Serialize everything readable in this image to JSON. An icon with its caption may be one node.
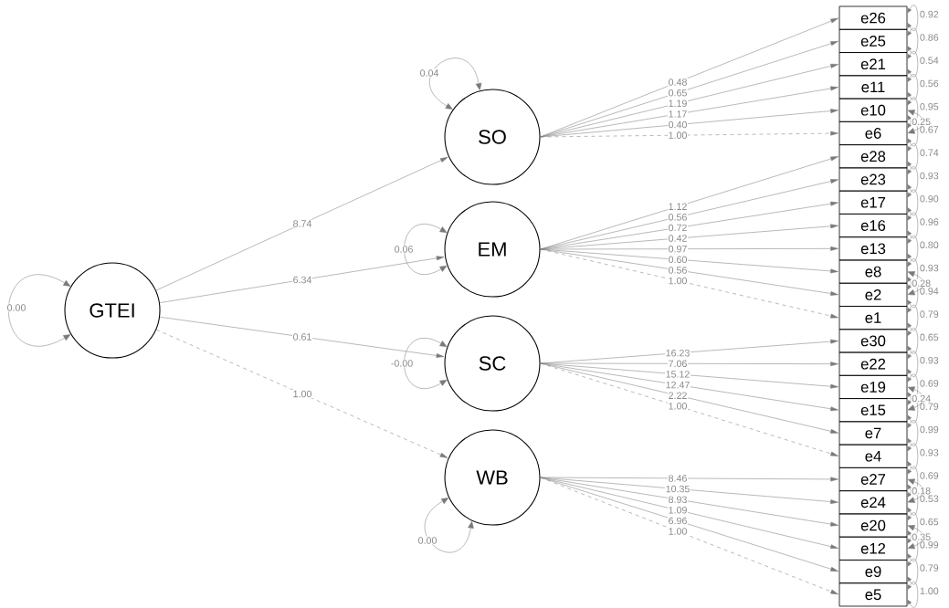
{
  "diagram": {
    "nodes": [
      {
        "text": [
          "GTEI"
        ]
      },
      {
        "text": [
          "SO"
        ]
      },
      {
        "text": [
          "EM"
        ]
      },
      {
        "text": [
          "SC"
        ]
      },
      {
        "text": [
          "WB"
        ]
      },
      {
        "text": [
          "e26"
        ]
      },
      {
        "text": [
          "e25"
        ]
      },
      {
        "text": [
          "e21"
        ]
      },
      {
        "text": [
          "e11"
        ]
      },
      {
        "text": [
          "e10"
        ]
      },
      {
        "text": [
          "e6"
        ]
      },
      {
        "text": [
          "e28"
        ]
      },
      {
        "text": [
          "e23"
        ]
      },
      {
        "text": [
          "e17"
        ]
      },
      {
        "text": [
          "e16"
        ]
      },
      {
        "text": [
          "e13"
        ]
      },
      {
        "text": [
          "e8"
        ]
      },
      {
        "text": [
          "e2"
        ]
      },
      {
        "text": [
          "e1"
        ]
      },
      {
        "text": [
          "e30"
        ]
      },
      {
        "text": [
          "e22"
        ]
      },
      {
        "text": [
          "e19"
        ]
      },
      {
        "text": [
          "e15"
        ]
      },
      {
        "text": [
          "e7"
        ]
      },
      {
        "text": [
          "e4"
        ]
      },
      {
        "text": [
          "e27"
        ]
      },
      {
        "text": [
          "e24"
        ]
      },
      {
        "text": [
          "e20"
        ]
      },
      {
        "text": [
          "e12"
        ]
      },
      {
        "text": [
          "e9"
        ]
      },
      {
        "text": [
          "e5"
        ]
      }
    ],
    "edges": [
      {
        "from": 0,
        "to": 0,
        "arrow": "both",
        "label": "0.00"
      },
      {
        "from": 1,
        "to": 1,
        "arrow": "both",
        "label": "0.04"
      },
      {
        "from": 2,
        "to": 2,
        "arrow": "both",
        "label": "0.06"
      },
      {
        "from": 3,
        "to": 3,
        "arrow": "both",
        "label": "-0.00"
      },
      {
        "from": 4,
        "to": 4,
        "arrow": "both",
        "label": "0.00"
      },
      {
        "from": 0,
        "to": 1,
        "arrow": "to",
        "label": "8.74"
      },
      {
        "from": 0,
        "to": 2,
        "arrow": "to",
        "label": "6.34"
      },
      {
        "from": 0,
        "to": 3,
        "arrow": "to",
        "label": "0.61"
      },
      {
        "from": 0,
        "to": 4,
        "arrow": "to",
        "label": "1.00",
        "style": "dashed"
      },
      {
        "from": 1,
        "to": 5,
        "arrow": "to",
        "label": "0.48"
      },
      {
        "from": 1,
        "to": 6,
        "arrow": "to",
        "label": "0.65"
      },
      {
        "from": 1,
        "to": 7,
        "arrow": "to",
        "label": "1.19"
      },
      {
        "from": 1,
        "to": 8,
        "arrow": "to",
        "label": "1.17"
      },
      {
        "from": 1,
        "to": 9,
        "arrow": "to",
        "label": "0.40"
      },
      {
        "from": 1,
        "to": 10,
        "arrow": "to",
        "label": "1.00",
        "style": "dashed"
      },
      {
        "from": 2,
        "to": 11,
        "arrow": "to",
        "label": "1.12"
      },
      {
        "from": 2,
        "to": 12,
        "arrow": "to",
        "label": "0.56"
      },
      {
        "from": 2,
        "to": 13,
        "arrow": "to",
        "label": "0.72"
      },
      {
        "from": 2,
        "to": 14,
        "arrow": "to",
        "label": "0.42"
      },
      {
        "from": 2,
        "to": 15,
        "arrow": "to",
        "label": "0.97"
      },
      {
        "from": 2,
        "to": 16,
        "arrow": "to",
        "label": "0.60"
      },
      {
        "from": 2,
        "to": 17,
        "arrow": "to",
        "label": "0.56"
      },
      {
        "from": 2,
        "to": 18,
        "arrow": "to",
        "label": "1.00",
        "style": "dashed"
      },
      {
        "from": 3,
        "to": 19,
        "arrow": "to",
        "label": "16.23"
      },
      {
        "from": 3,
        "to": 20,
        "arrow": "to",
        "label": "7.06"
      },
      {
        "from": 3,
        "to": 21,
        "arrow": "to",
        "label": "15.12"
      },
      {
        "from": 3,
        "to": 22,
        "arrow": "to",
        "label": "12.47"
      },
      {
        "from": 3,
        "to": 23,
        "arrow": "to",
        "label": "2.22"
      },
      {
        "from": 3,
        "to": 24,
        "arrow": "to",
        "label": "1.00",
        "style": "dashed"
      },
      {
        "from": 4,
        "to": 25,
        "arrow": "to",
        "label": "8.46"
      },
      {
        "from": 4,
        "to": 26,
        "arrow": "to",
        "label": "10.35"
      },
      {
        "from": 4,
        "to": 27,
        "arrow": "to",
        "label": "8.93"
      },
      {
        "from": 4,
        "to": 28,
        "arrow": "to",
        "label": "1.09"
      },
      {
        "from": 4,
        "to": 29,
        "arrow": "to",
        "label": "6.96"
      },
      {
        "from": 4,
        "to": 30,
        "arrow": "to",
        "label": "1.00",
        "style": "dashed"
      },
      {
        "from": 5,
        "to": 5,
        "arrow": "both",
        "label": "0.92"
      },
      {
        "from": 6,
        "to": 6,
        "arrow": "both",
        "label": "0.86"
      },
      {
        "from": 7,
        "to": 7,
        "arrow": "both",
        "label": "0.54"
      },
      {
        "from": 8,
        "to": 8,
        "arrow": "both",
        "label": "0.56"
      },
      {
        "from": 9,
        "to": 9,
        "arrow": "both",
        "label": "0.95"
      },
      {
        "from": 10,
        "to": 10,
        "arrow": "both",
        "label": "0.67"
      },
      {
        "from": 11,
        "to": 11,
        "arrow": "both",
        "label": "0.74"
      },
      {
        "from": 12,
        "to": 12,
        "arrow": "both",
        "label": "0.93"
      },
      {
        "from": 13,
        "to": 13,
        "arrow": "both",
        "label": "0.90"
      },
      {
        "from": 14,
        "to": 14,
        "arrow": "both",
        "label": "0.96"
      },
      {
        "from": 15,
        "to": 15,
        "arrow": "both",
        "label": "0.80"
      },
      {
        "from": 16,
        "to": 16,
        "arrow": "both",
        "label": "0.93"
      },
      {
        "from": 17,
        "to": 17,
        "arrow": "both",
        "label": "0.94"
      },
      {
        "from": 18,
        "to": 18,
        "arrow": "both",
        "label": "0.79"
      },
      {
        "from": 19,
        "to": 19,
        "arrow": "both",
        "label": "0.65"
      },
      {
        "from": 20,
        "to": 20,
        "arrow": "both",
        "label": "0.93"
      },
      {
        "from": 21,
        "to": 21,
        "arrow": "both",
        "label": "0.69"
      },
      {
        "from": 22,
        "to": 22,
        "arrow": "both",
        "label": "0.79"
      },
      {
        "from": 23,
        "to": 23,
        "arrow": "both",
        "label": "0.99"
      },
      {
        "from": 24,
        "to": 24,
        "arrow": "both",
        "label": "0.93"
      },
      {
        "from": 25,
        "to": 25,
        "arrow": "both",
        "label": "0.69"
      },
      {
        "from": 26,
        "to": 26,
        "arrow": "both",
        "label": "0.53"
      },
      {
        "from": 27,
        "to": 27,
        "arrow": "both",
        "label": "0.65"
      },
      {
        "from": 28,
        "to": 28,
        "arrow": "both",
        "label": "0.99"
      },
      {
        "from": 29,
        "to": 29,
        "arrow": "both",
        "label": "0.79"
      },
      {
        "from": 30,
        "to": 30,
        "arrow": "both",
        "label": "1.00"
      },
      {
        "from": 9,
        "to": 10,
        "arrow": "both",
        "label": "0.25"
      },
      {
        "from": 16,
        "to": 17,
        "arrow": "both",
        "label": "0.28"
      },
      {
        "from": 21,
        "to": 22,
        "arrow": "both",
        "label": "0.24"
      },
      {
        "from": 25,
        "to": 26,
        "arrow": "both",
        "label": "0.18"
      },
      {
        "from": 27,
        "to": 28,
        "arrow": "both",
        "label": "0.35"
      }
    ]
  }
}
